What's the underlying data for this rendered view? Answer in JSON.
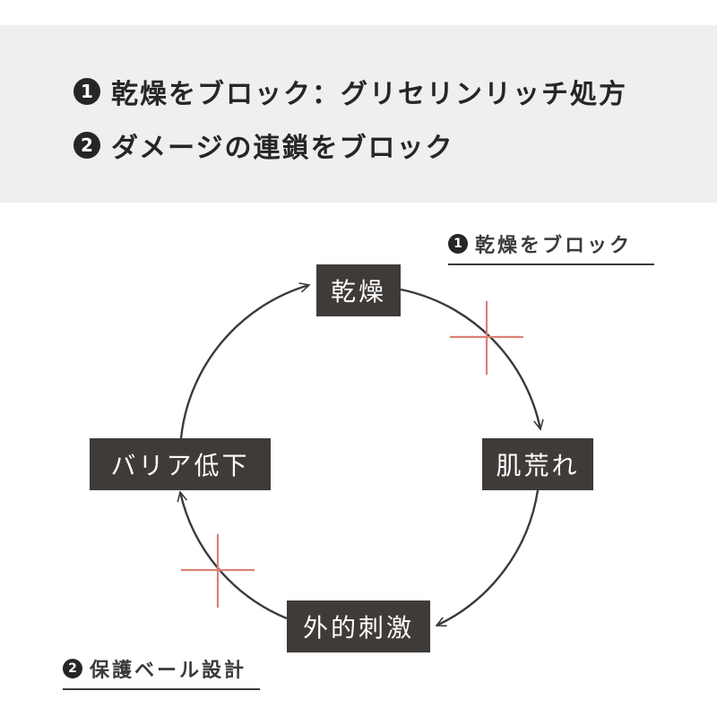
{
  "header": {
    "points": [
      {
        "number": "1",
        "text": "乾燥をブロック：グリセリンリッチ処方"
      },
      {
        "number": "2",
        "text": "ダメージの連鎖をブロック"
      }
    ]
  },
  "diagram": {
    "tags": [
      {
        "number": "1",
        "text": "乾燥をブロック"
      },
      {
        "number": "2",
        "text": "保護ベール設計"
      }
    ],
    "nodes": {
      "top": "乾燥",
      "right": "肌荒れ",
      "bottom": "外的刺激",
      "left": "バリア低下"
    },
    "colors": {
      "node_bg": "#3f3b39",
      "line": "#3a3a3a",
      "block_mark": "#d98273",
      "panel_bg": "#efefef"
    }
  }
}
